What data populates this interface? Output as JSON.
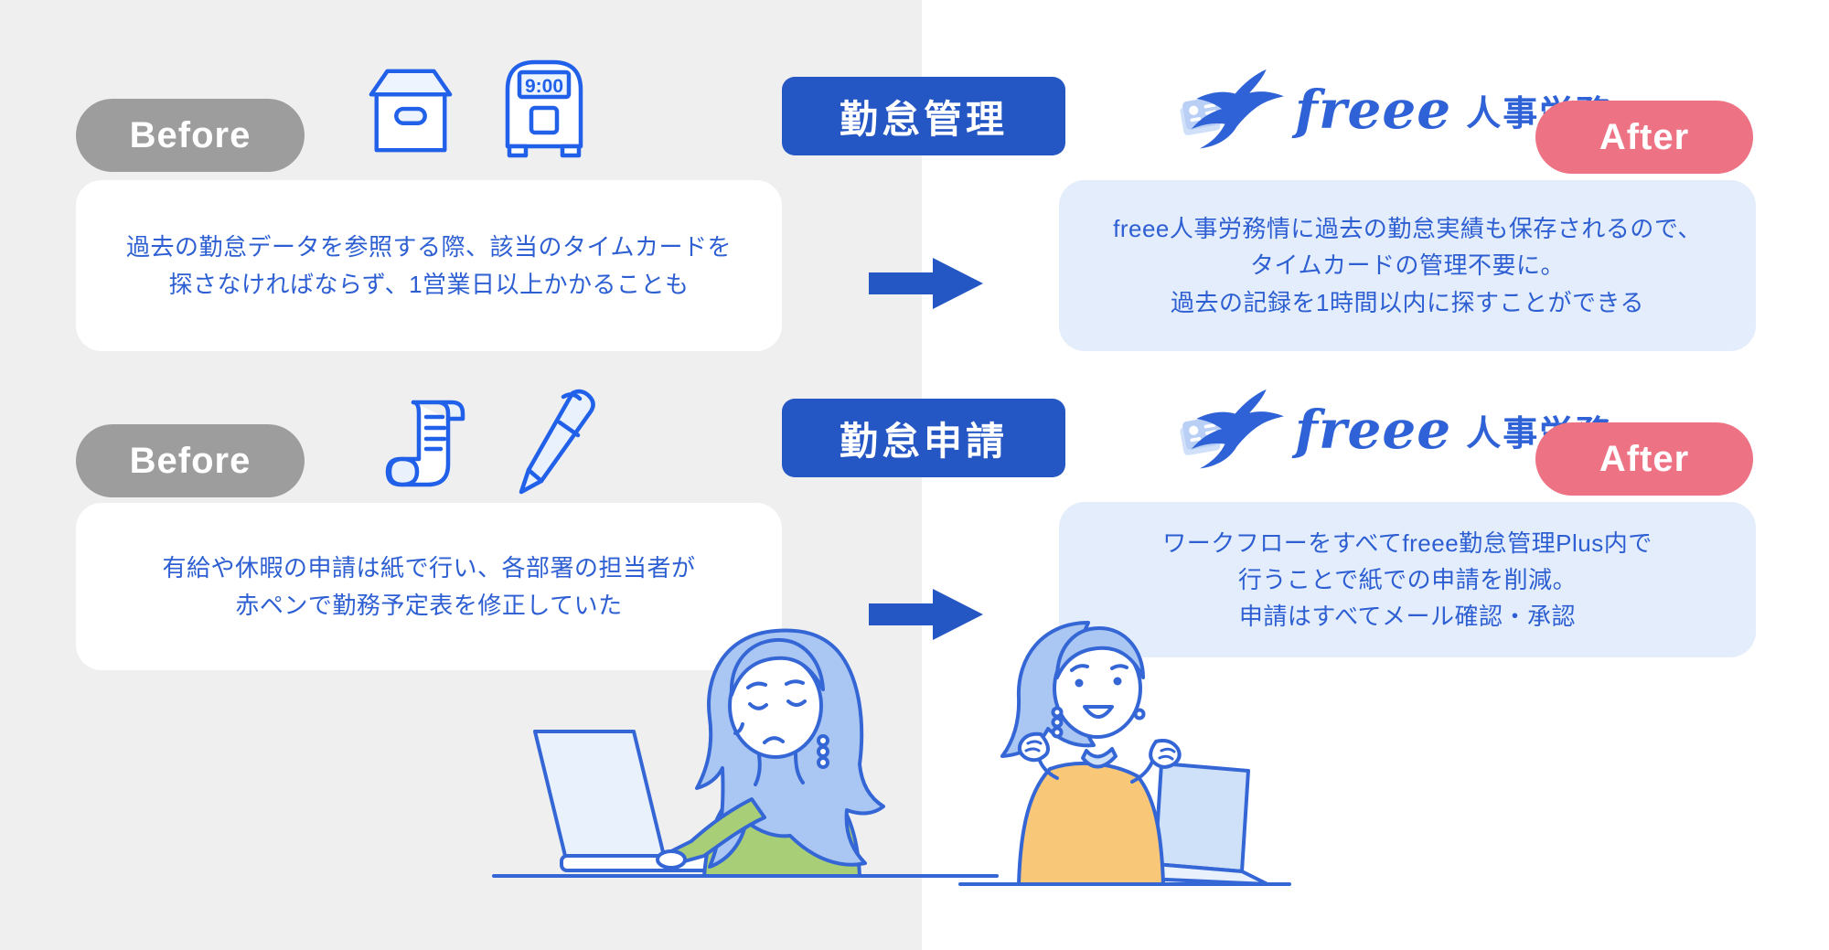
{
  "colors": {
    "panel_gray": "#efefef",
    "before_gray": "#9d9d9d",
    "after_pink": "#ed7384",
    "badge_blue": "#2456c4",
    "text_blue": "#2d5fd3",
    "light_blue_box": "#e4edfb",
    "logo_blue": "#2e62d6",
    "icon_stroke_blue": "#2160e8"
  },
  "icons": {
    "time_display": "9:00"
  },
  "rows": [
    {
      "before_label": "Before",
      "badge_label": "勤怠管理",
      "after_label": "After",
      "logo_brand": "freee",
      "logo_product": "人事労務",
      "before_lines": [
        "過去の勤怠データを参照する際、該当のタイムカードを",
        "探さなければならず、1営業日以上かかることも"
      ],
      "after_lines": [
        "freee人事労務情に過去の勤怠実績も保存されるので、",
        "タイムカードの管理不要に。",
        "過去の記録を1時間以内に探すことができる"
      ]
    },
    {
      "before_label": "Before",
      "badge_label": "勤怠申請",
      "after_label": "After",
      "logo_brand": "freee",
      "logo_product": "人事労務",
      "before_lines": [
        "有給や休暇の申請は紙で行い、各部署の担当者が",
        "赤ペンで勤務予定表を修正していた"
      ],
      "after_lines": [
        "ワークフローをすべてfreee勤怠管理Plus内で",
        "行うことで紙での申請を削減。",
        "申請はすべてメール確認・承認"
      ]
    }
  ]
}
